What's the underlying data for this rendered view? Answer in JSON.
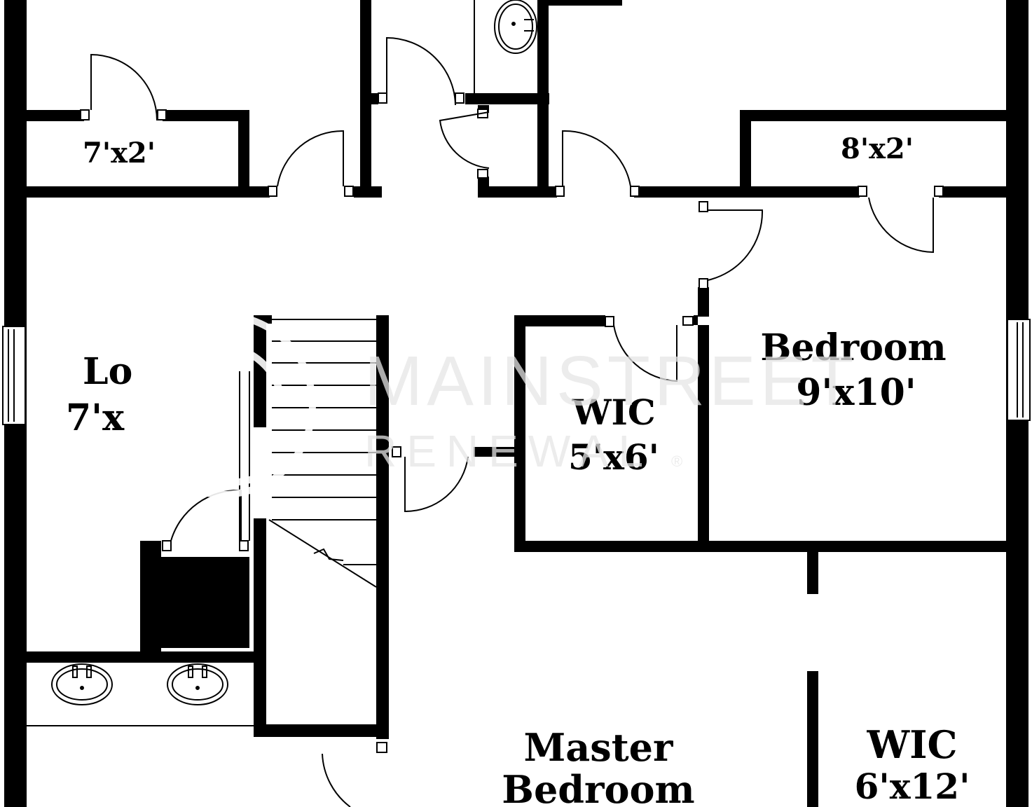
{
  "colors": {
    "wall": "#000000",
    "background": "#ffffff",
    "watermark": "#e6e6e6"
  },
  "rooms": [
    {
      "name": "closet-7x2",
      "line1": "",
      "line2": "7'x2'"
    },
    {
      "name": "closet-8x2",
      "line1": "",
      "line2": "8'x2'"
    },
    {
      "name": "loft",
      "line1": "Lo",
      "line2": "7'x"
    },
    {
      "name": "bedroom",
      "line1": "Bedroom",
      "line2": "9'x10'"
    },
    {
      "name": "wic-small",
      "line1": "WIC",
      "line2": "5'x6'"
    },
    {
      "name": "master-bedroom",
      "line1": "Master",
      "line2": "Bedroom"
    },
    {
      "name": "wic-large",
      "line1": "WIC",
      "line2": "6'x12'"
    }
  ],
  "watermark": {
    "line1": "MAINSTREET",
    "line2": "RENEWAL",
    "mark": "®",
    "icon": "mainstreet-logo-icon"
  }
}
